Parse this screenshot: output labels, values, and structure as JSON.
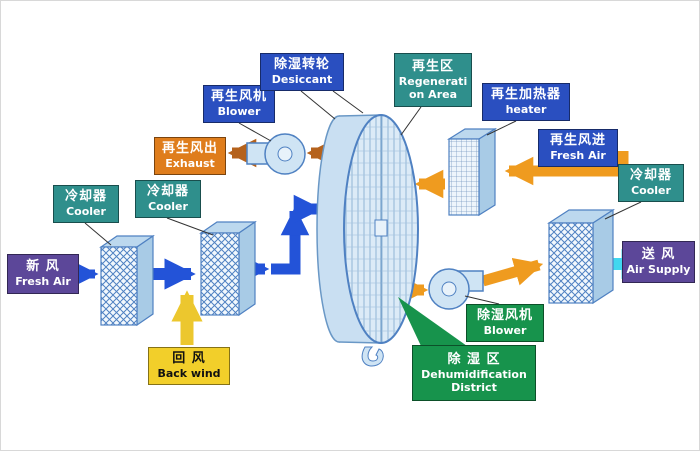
{
  "labels": {
    "fresh_air_in": {
      "zh": "新  风",
      "en": "Fresh Air"
    },
    "cooler1": {
      "zh": "冷却器",
      "en": "Cooler"
    },
    "cooler2": {
      "zh": "冷却器",
      "en": "Cooler"
    },
    "back_wind": {
      "zh": "回  风",
      "en": "Back wind"
    },
    "regen_blower": {
      "zh": "再生风机",
      "en": "Blower"
    },
    "exhaust": {
      "zh": "再生风出",
      "en": "Exhaust"
    },
    "desiccant_wheel": {
      "zh": "除湿转轮",
      "en": "Desiccant"
    },
    "regen_area": {
      "zh": "再生区",
      "en": "Regeneration Area"
    },
    "heater": {
      "zh": "再生加热器",
      "en": "heater"
    },
    "regen_fresh_air": {
      "zh": "再生风进",
      "en": "Fresh Air"
    },
    "cooler3": {
      "zh": "冷却器",
      "en": "Cooler"
    },
    "air_supply": {
      "zh": "送  风",
      "en": "Air Supply"
    },
    "dehumid_blower": {
      "zh": "除湿风机",
      "en": "Blower"
    },
    "dehumid_district": {
      "zh": "除 湿 区",
      "en": "Dehumidification District"
    }
  },
  "colors": {
    "label_purple": "#5c4799",
    "label_teal": "#2f8f8c",
    "label_blue": "#2a4fc0",
    "label_yellow": "#f2cf2a",
    "label_orange": "#df7d1c",
    "label_green": "#17934c",
    "arrow_blue": "#2353d8",
    "arrow_yellow": "#ecc72e",
    "arrow_red": "#d03024",
    "arrow_brown": "#b5621c",
    "arrow_orange": "#ef9b1f",
    "arrow_cyan": "#41d7ef"
  }
}
